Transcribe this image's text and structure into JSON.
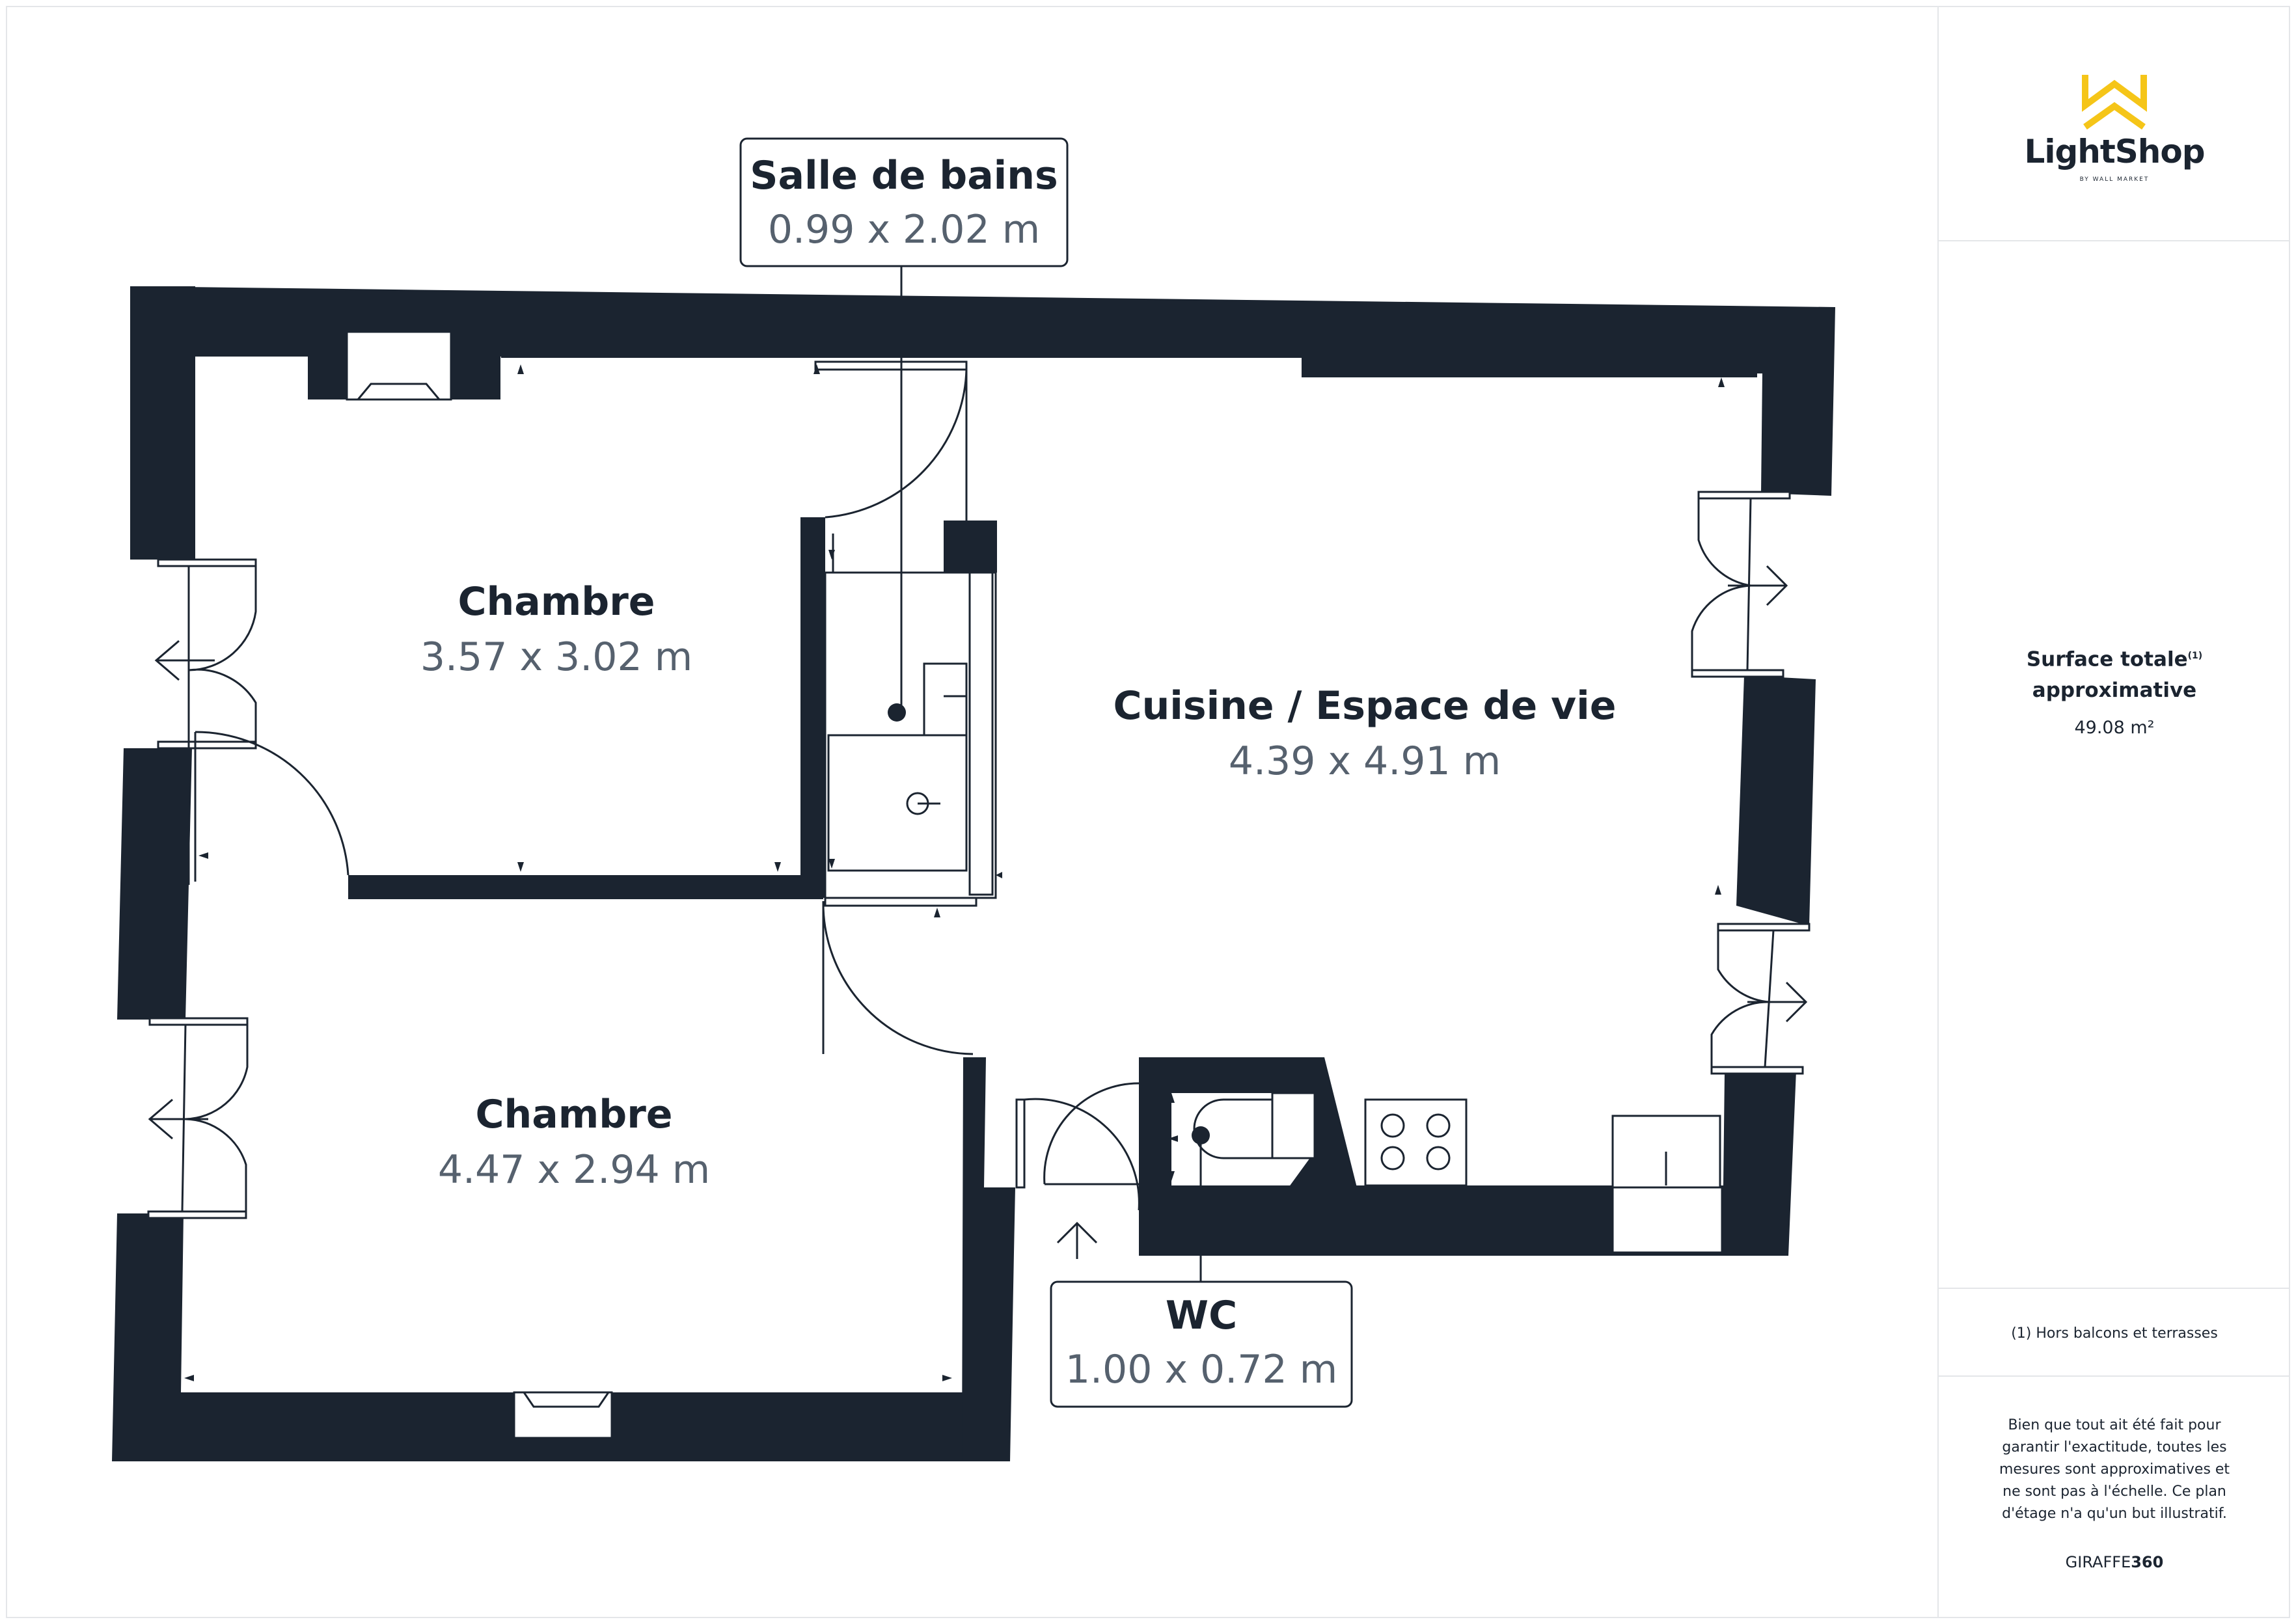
{
  "rooms": {
    "chambre_1": {
      "name": "Chambre",
      "dimensions": "3.57 x 3.02 m"
    },
    "chambre_2": {
      "name": "Chambre",
      "dimensions": "4.47 x 2.94 m"
    },
    "cuisine": {
      "name": "Cuisine / Espace de vie",
      "dimensions": "4.39 x 4.91 m"
    },
    "salle_de_bains": {
      "name": "Salle de bains",
      "dimensions": "0.99 x 2.02 m"
    },
    "wc": {
      "name": "WC",
      "dimensions": "1.00 x 0.72 m"
    }
  },
  "brand": {
    "name": "LightShop",
    "tagline": "BY WALL MARKET",
    "logo_icon": "crown-chevron-icon",
    "accent_color": "#f5c518"
  },
  "summary": {
    "title": "Surface totale",
    "title_note": "(1)",
    "title_line2": "approximative",
    "value": "49.08 m²"
  },
  "footnote": "(1) Hors balcons et terrasses",
  "disclaimer": "Bien que tout ait été fait pour garantir l'exactitude, toutes les mesures sont approximatives et ne sont pas à l'échelle. Ce plan d'étage n'a qu'un but illustratif.",
  "credit": {
    "prefix": "GIRAFFE",
    "suffix": "360"
  },
  "colors": {
    "wall": "#1b2430",
    "label_secondary": "#56616e",
    "border": "#e4e6e9"
  }
}
